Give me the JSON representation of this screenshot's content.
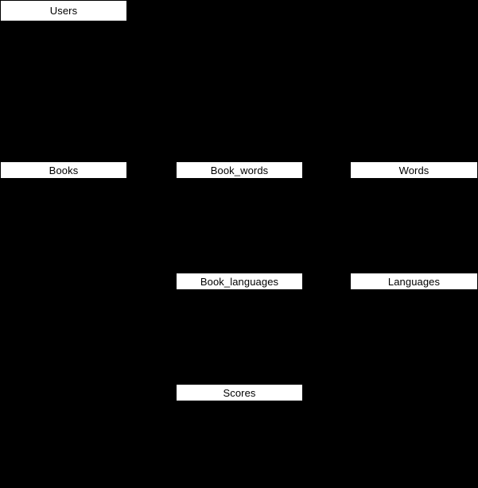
{
  "diagram": {
    "kind": "entity-relationship-schema",
    "background_color": "#000000",
    "entity_fill_color": "#ffffff",
    "entity_text_color": "#000000",
    "entity_border_color": "#000000",
    "connector_color": "#000000",
    "entities": [
      {
        "id": "users",
        "label": "Users"
      },
      {
        "id": "books",
        "label": "Books"
      },
      {
        "id": "book_words",
        "label": "Book_words"
      },
      {
        "id": "words",
        "label": "Words"
      },
      {
        "id": "book_languages",
        "label": "Book_languages"
      },
      {
        "id": "languages",
        "label": "Languages"
      },
      {
        "id": "scores",
        "label": "Scores"
      }
    ]
  }
}
